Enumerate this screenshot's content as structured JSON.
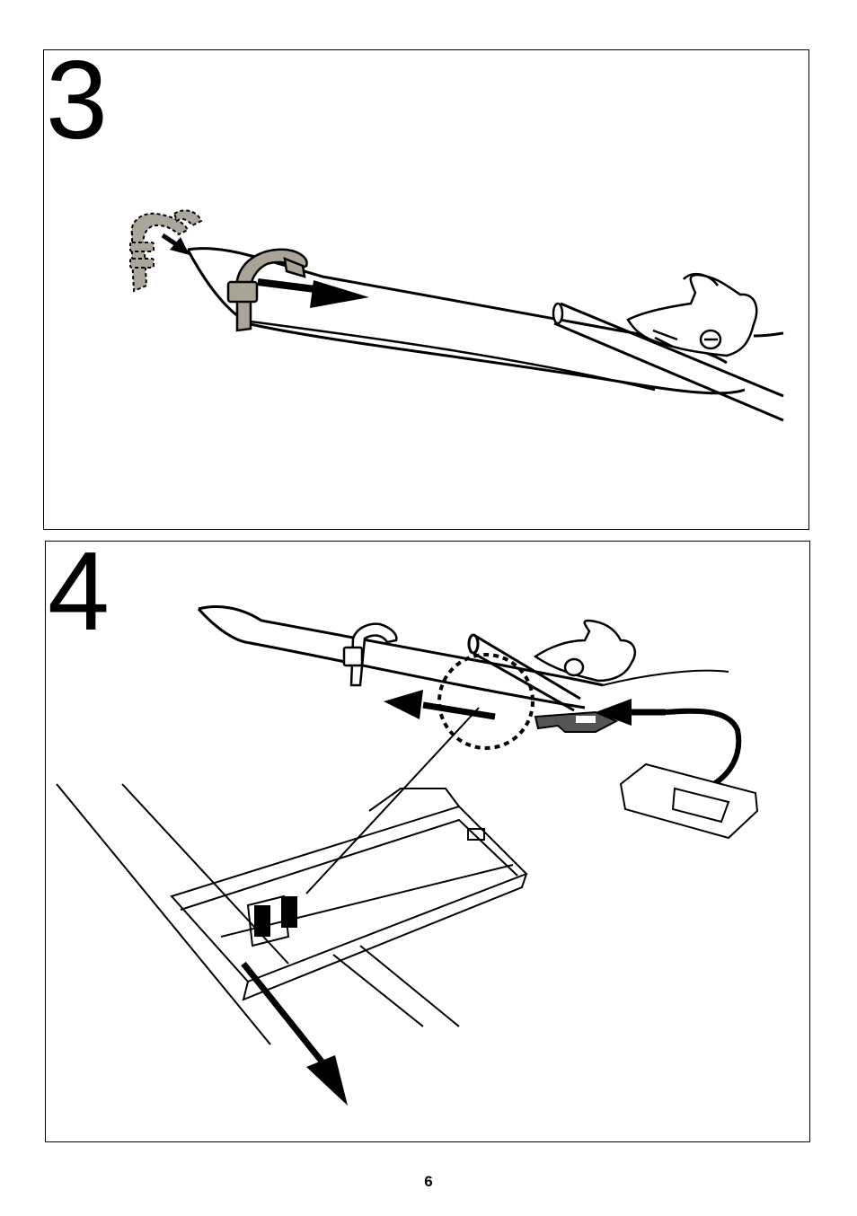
{
  "steps": [
    {
      "number": "3"
    },
    {
      "number": "4"
    }
  ],
  "page_number": "6",
  "colors": {
    "strap_fill": "#a9a496",
    "strap_dashed_fill": "#aaa69c",
    "line": "#000000",
    "clip_fill": "#555555"
  },
  "icons": {
    "arrow": "arrow-icon",
    "dashed_circle": "dashed-circle-icon"
  }
}
